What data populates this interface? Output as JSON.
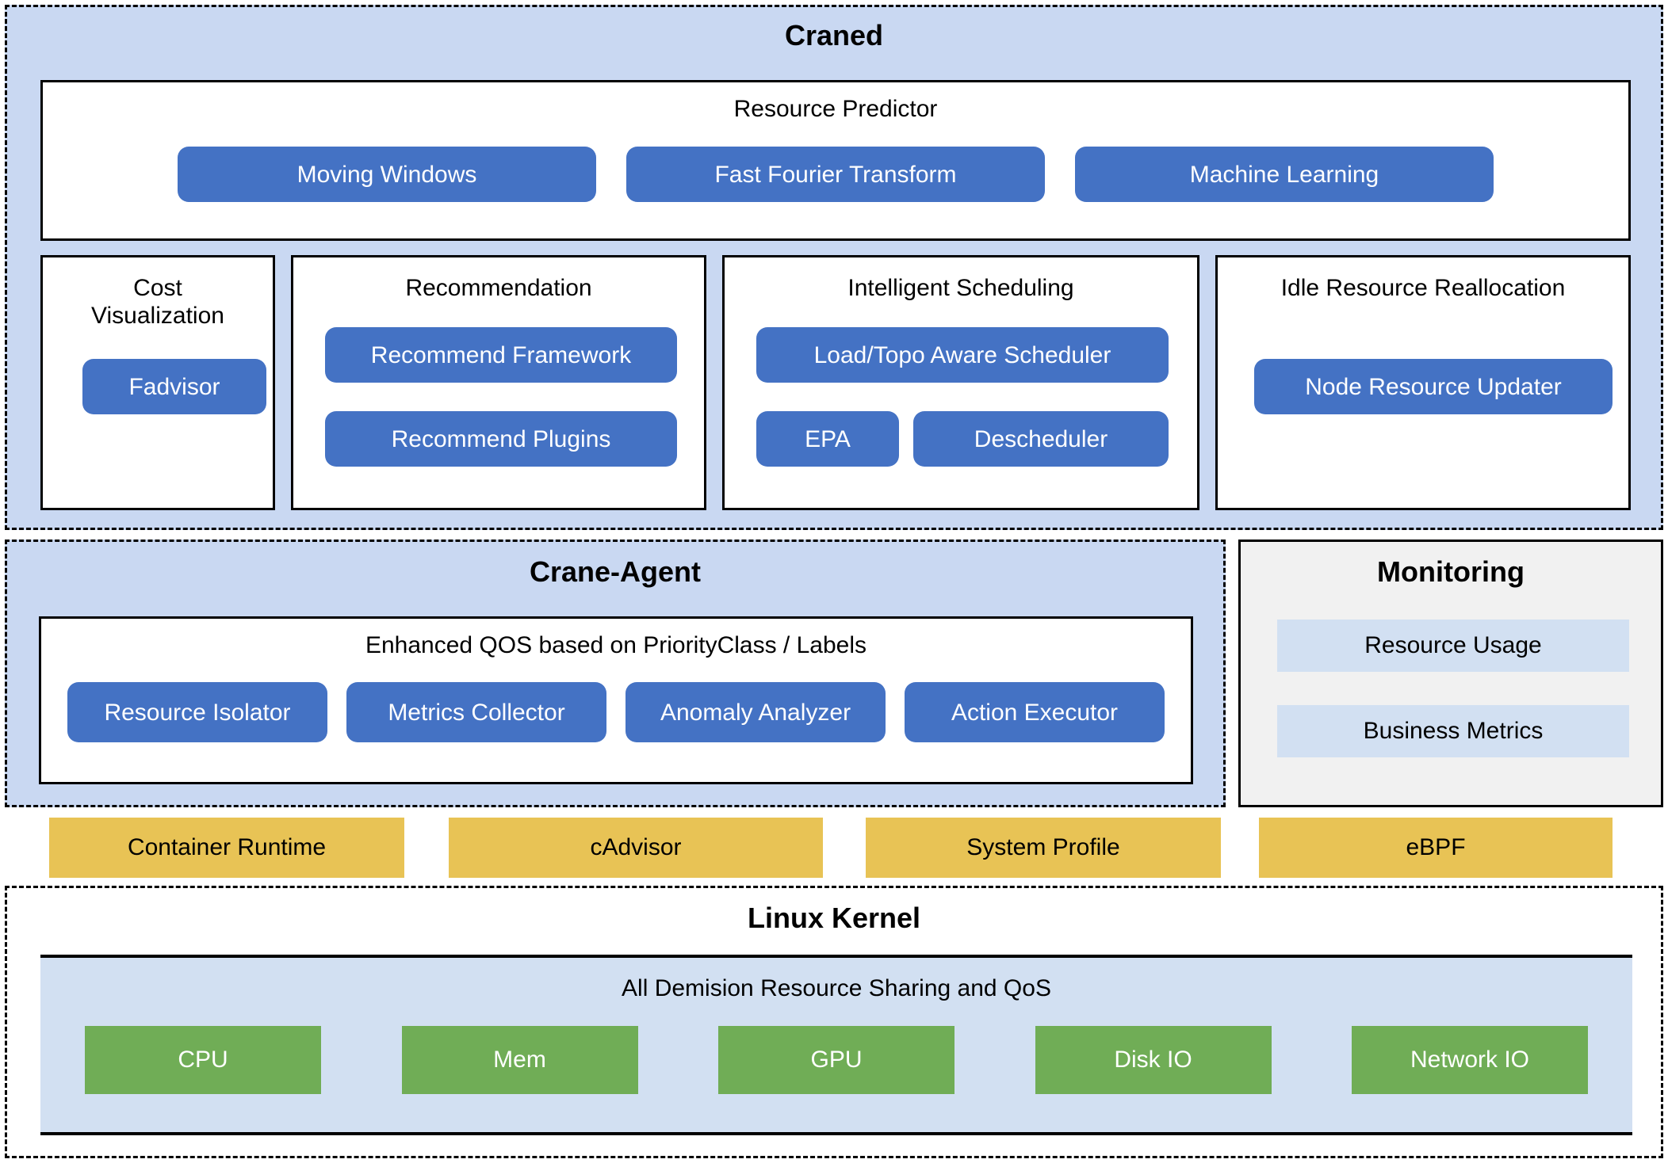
{
  "craned": {
    "title": "Craned",
    "resource_predictor": {
      "title": "Resource Predictor",
      "items": [
        {
          "label": "Moving Windows"
        },
        {
          "label": "Fast Fourier Transform"
        },
        {
          "label": "Machine Learning"
        }
      ]
    },
    "cost_visualization": {
      "title_line1": "Cost",
      "title_line2": "Visualization",
      "items": [
        {
          "label": "Fadvisor"
        }
      ]
    },
    "recommendation": {
      "title": "Recommendation",
      "items": [
        {
          "label": "Recommend Framework"
        },
        {
          "label": "Recommend Plugins"
        }
      ]
    },
    "intelligent_scheduling": {
      "title": "Intelligent Scheduling",
      "items": [
        {
          "label": "Load/Topo Aware Scheduler"
        },
        {
          "label": "EPA"
        },
        {
          "label": "Descheduler"
        }
      ]
    },
    "idle_resource_reallocation": {
      "title": "Idle Resource Reallocation",
      "items": [
        {
          "label": "Node Resource Updater"
        }
      ]
    }
  },
  "crane_agent": {
    "title": "Crane-Agent",
    "qos": {
      "title": "Enhanced QOS based on PriorityClass / Labels",
      "items": [
        {
          "label": "Resource Isolator"
        },
        {
          "label": "Metrics Collector"
        },
        {
          "label": "Anomaly Analyzer"
        },
        {
          "label": "Action Executor"
        }
      ]
    }
  },
  "monitoring": {
    "title": "Monitoring",
    "items": [
      {
        "label": "Resource Usage"
      },
      {
        "label": "Business Metrics"
      }
    ]
  },
  "data_sources": {
    "items": [
      {
        "label": "Container Runtime"
      },
      {
        "label": "cAdvisor"
      },
      {
        "label": "System Profile"
      },
      {
        "label": "eBPF"
      }
    ]
  },
  "linux_kernel": {
    "title": "Linux Kernel",
    "inner_title": "All Demision Resource Sharing and QoS",
    "resources": [
      {
        "label": "CPU"
      },
      {
        "label": "Mem"
      },
      {
        "label": "GPU"
      },
      {
        "label": "Disk IO"
      },
      {
        "label": "Network IO"
      }
    ]
  },
  "colors": {
    "panel_blue": "#C9D8F2",
    "pill_blue": "#4472C4",
    "chip_light_blue": "#D2E0F2",
    "chip_yellow": "#E8C355",
    "chip_green": "#70AD56",
    "monitoring_gray": "#F1F1F1"
  }
}
